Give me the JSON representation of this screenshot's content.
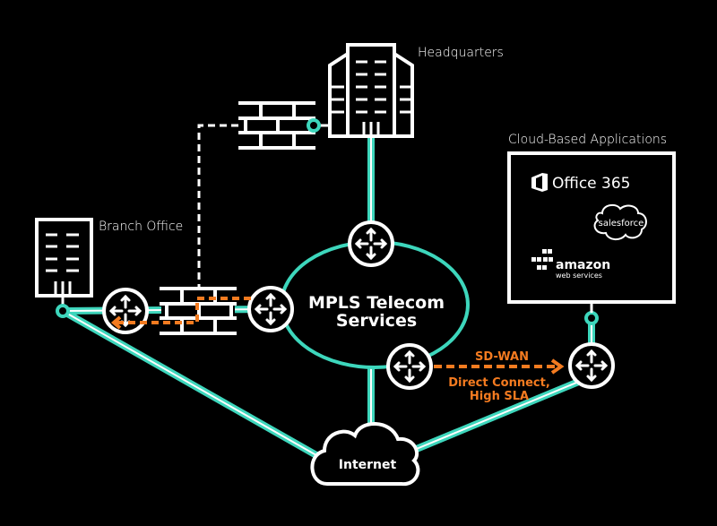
{
  "labels": {
    "headquarters": "Headquarters",
    "branch_office": "Branch Office",
    "cloud_apps": "Cloud-Based Applications",
    "mpls_line1": "MPLS Telecom",
    "mpls_line2": "Services",
    "internet": "Internet",
    "sdwan": "SD-WAN",
    "direct_line1": "Direct Connect,",
    "direct_line2": "High SLA"
  },
  "logos": {
    "office": "Office 365",
    "salesforce": "salesforce",
    "amazon": "amazon",
    "aws": "web services"
  },
  "colors": {
    "teal": "#3dd6bc",
    "orange": "#f47b20",
    "white": "#ffffff",
    "background": "#000000"
  }
}
